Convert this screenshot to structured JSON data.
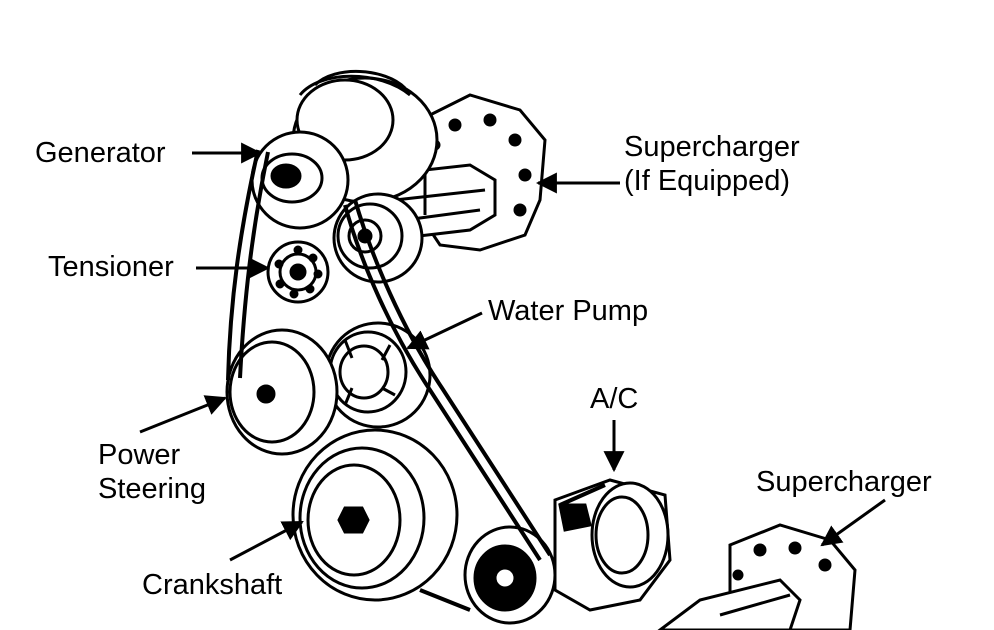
{
  "labels": {
    "generator": "Generator",
    "supercharger_line1": "Supercharger",
    "supercharger_line2": "(If Equipped)",
    "tensioner": "Tensioner",
    "water_pump": "Water Pump",
    "ac": "A/C",
    "power_steering_line1": "Power",
    "power_steering_line2": "Steering",
    "supercharger_inset": "Supercharger",
    "crankshaft": "Crankshaft"
  },
  "colors": {
    "ink": "#000000",
    "paper": "#ffffff"
  }
}
